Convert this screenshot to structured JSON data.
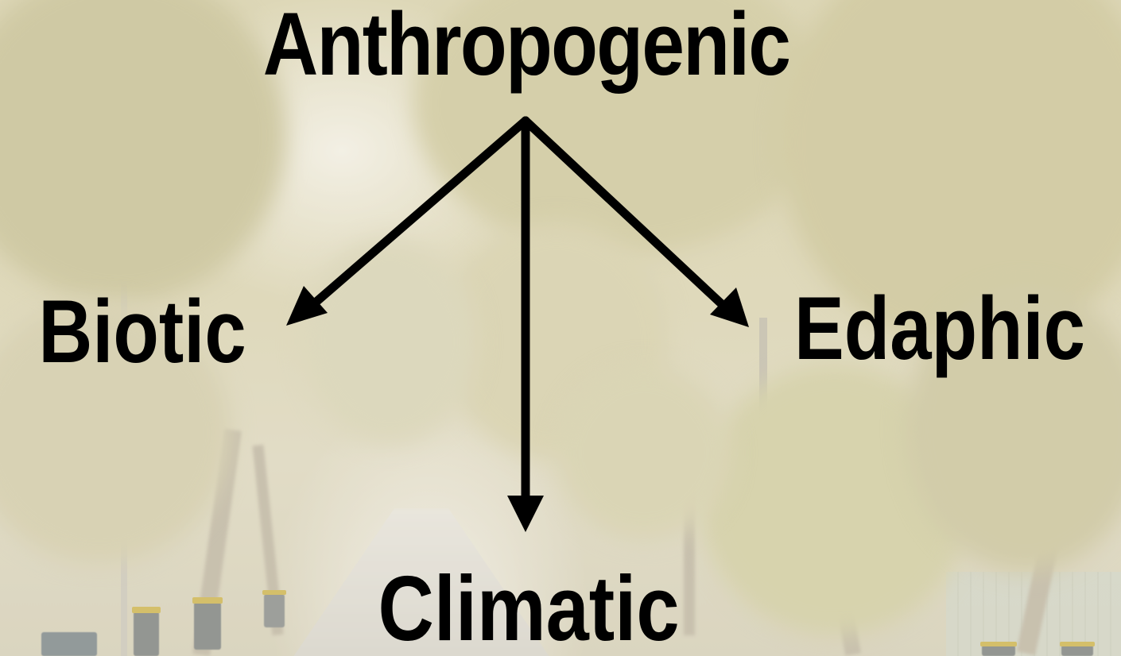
{
  "diagram": {
    "top_node": "Anthropogenic",
    "child_nodes": {
      "left": "Biotic",
      "center": "Climatic",
      "right": "Edaphic"
    },
    "edges": [
      {
        "from": "Anthropogenic",
        "to": "Biotic"
      },
      {
        "from": "Anthropogenic",
        "to": "Climatic"
      },
      {
        "from": "Anthropogenic",
        "to": "Edaphic"
      }
    ],
    "text_color": "#000000",
    "arrow_color": "#000000"
  },
  "background": {
    "description_icon": "tree-lined-street-photo",
    "tint": "#ddd6b6"
  }
}
